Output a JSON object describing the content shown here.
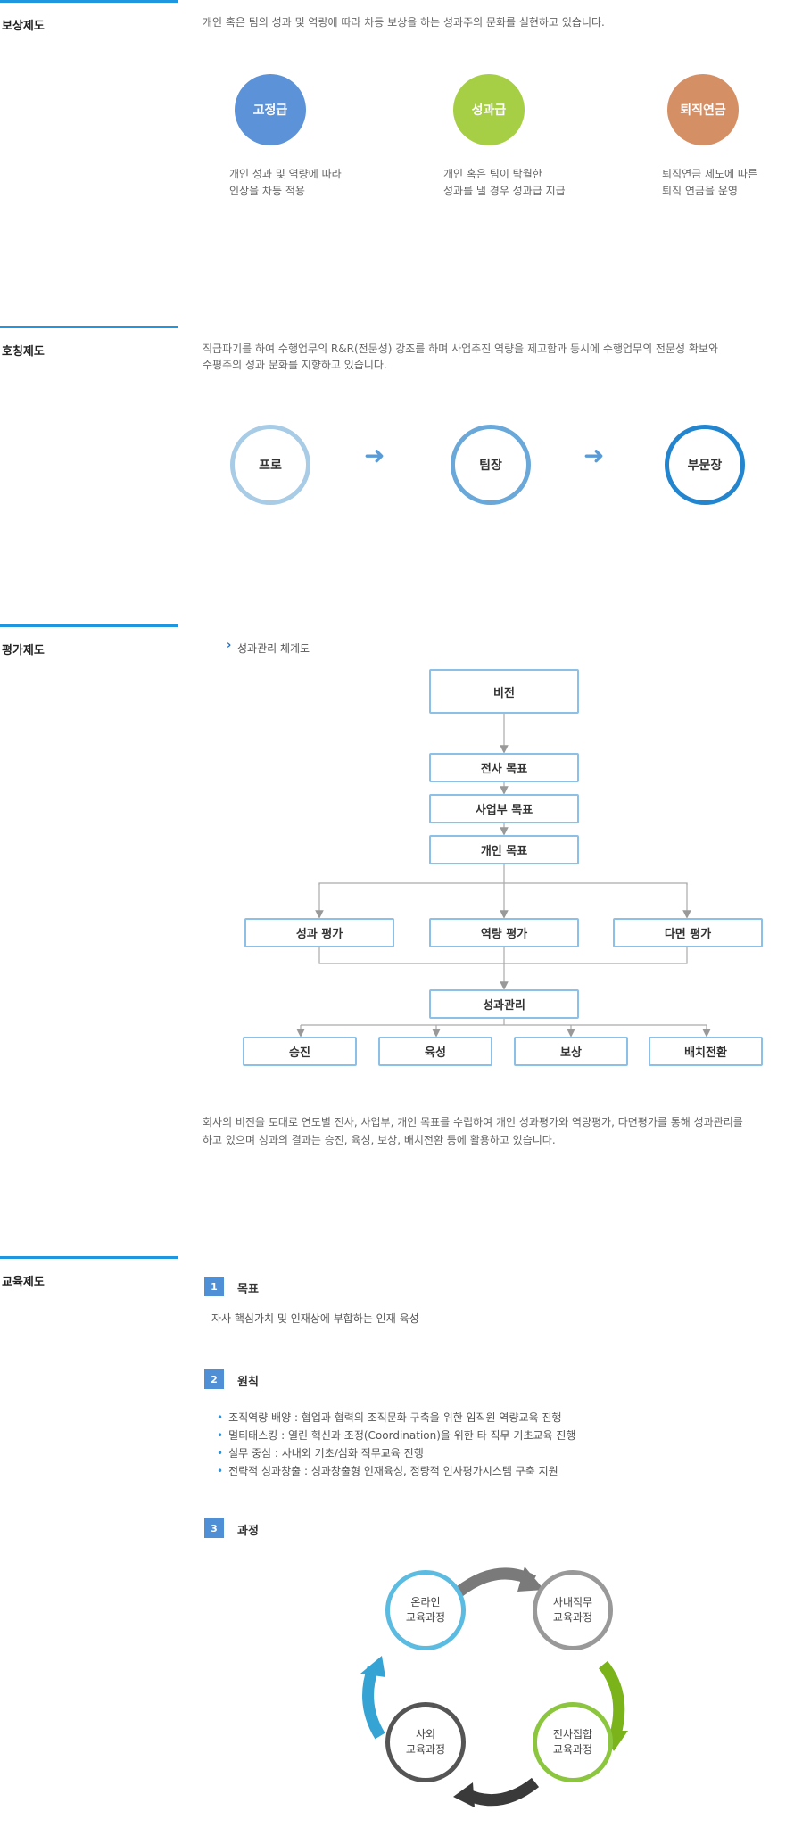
{
  "compensation": {
    "label": "보상제도",
    "intro": "개인 혹은 팀의 성과 및 역량에 따라 차등 보상을 하는 성과주의 문화를 실현하고 있습니다.",
    "items": [
      {
        "name": "고정급",
        "desc1": "개인 성과 및 역량에 따라",
        "desc2": "인상을 차등 적용",
        "color": "#5b92d8"
      },
      {
        "name": "성과급",
        "desc1": "개인 혹은 팀이 탁월한",
        "desc2": "성과를 낼 경우 성과급 지급",
        "color": "#a6cf45"
      },
      {
        "name": "퇴직연금",
        "desc1": "퇴직연금 제도에 따른",
        "desc2": "퇴직 연금을 운영",
        "color": "#d58f65"
      }
    ]
  },
  "title_system": {
    "label": "호칭제도",
    "intro1": "직급파기를 하여 수행업무의 R&R(전문성) 강조를 하며 사업추진 역량을 제고함과 동시에 수행업무의 전문성 확보와",
    "intro2": "수평주의 성과 문화를 지향하고 있습니다.",
    "steps": [
      "프로",
      "팀장",
      "부문장"
    ],
    "colors": [
      "#a8cbe6",
      "#6aa8d9",
      "#2485cf"
    ]
  },
  "evaluation": {
    "label": "평가제도",
    "subhead": "성과관리 체계도",
    "boxes": {
      "vision": "비전",
      "company_goal": "전사 목표",
      "division_goal": "사업부 목표",
      "personal_goal": "개인 목표",
      "perf_eval": "성과 평가",
      "comp_eval": "역량 평가",
      "multi_eval": "다면 평가",
      "perf_mgmt": "성과관리",
      "promotion": "승진",
      "development": "육성",
      "reward": "보상",
      "placement": "배치전환"
    },
    "desc1": "회사의 비전을 토대로 연도별 전사, 사업부, 개인 목표를 수립하여 개인 성과평가와 역량평가, 다면평가를 통해 성과관리를",
    "desc2": "하고 있으며 성과의 결과는 승진, 육성, 보상, 배치전환 등에 활용하고 있습니다."
  },
  "education": {
    "label": "교육제도",
    "goal": {
      "num": "1",
      "title": "목표",
      "text": "자사 핵심가치 및 인재상에 부합하는 인재 육성"
    },
    "principle": {
      "num": "2",
      "title": "원칙",
      "bullets": [
        "조직역량 배양 : 협업과 협력의 조직문화 구축을 위한 임직원 역량교육 진행",
        "멀티태스킹 : 열린 혁신과 조정(Coordination)을 위한 타 직무 기초교육 진행",
        "실무 중심 : 사내외 기초/심화 직무교육 진행",
        "전략적 성과창출 : 성과창출형 인재육성, 정량적 인사평가시스템 구축 지원"
      ]
    },
    "process": {
      "num": "3",
      "title": "과정",
      "nodes": [
        {
          "l1": "온라인",
          "l2": "교육과정",
          "color": "#5bbbe0"
        },
        {
          "l1": "사내직무",
          "l2": "교육과정",
          "color": "#999999"
        },
        {
          "l1": "전사집합",
          "l2": "교육과정",
          "color": "#8cc63f"
        },
        {
          "l1": "사외",
          "l2": "교육과정",
          "color": "#555555"
        }
      ],
      "arrow_colors": [
        "#7a7a7a",
        "#7bb31a",
        "#3a3a3a",
        "#35a3d4"
      ]
    }
  }
}
